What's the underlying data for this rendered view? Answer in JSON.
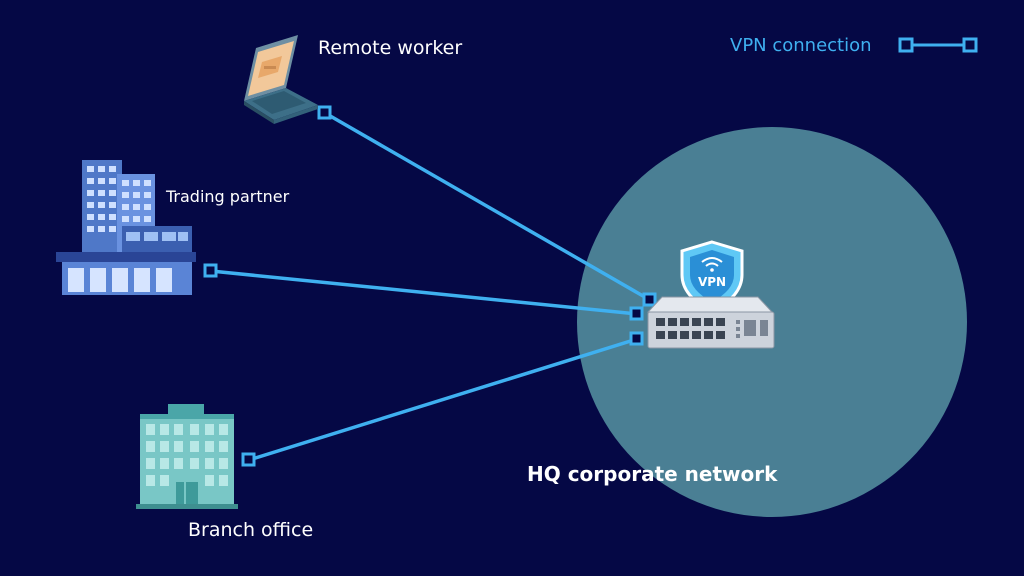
{
  "labels": {
    "remote_worker": "Remote worker",
    "trading_partner": "Trading partner",
    "branch_office": "Branch office",
    "hq_network": "HQ corporate network",
    "legend_vpn": "VPN connection",
    "vpn_badge": "VPN"
  },
  "nodes": [
    {
      "id": "remote-worker",
      "icon": "laptop-icon"
    },
    {
      "id": "trading-partner",
      "icon": "office-towers-icon"
    },
    {
      "id": "branch-office",
      "icon": "office-building-icon"
    },
    {
      "id": "hq-router",
      "icon": "network-switch-icon"
    }
  ],
  "connections": [
    {
      "from": "remote-worker",
      "to": "hq-router",
      "type": "vpn"
    },
    {
      "from": "trading-partner",
      "to": "hq-router",
      "type": "vpn"
    },
    {
      "from": "branch-office",
      "to": "hq-router",
      "type": "vpn"
    }
  ],
  "colors": {
    "background": "#050845",
    "vpn_line": "#3fb0f0",
    "hq_circle": "#4a7f94",
    "label_text": "#ffffff"
  }
}
